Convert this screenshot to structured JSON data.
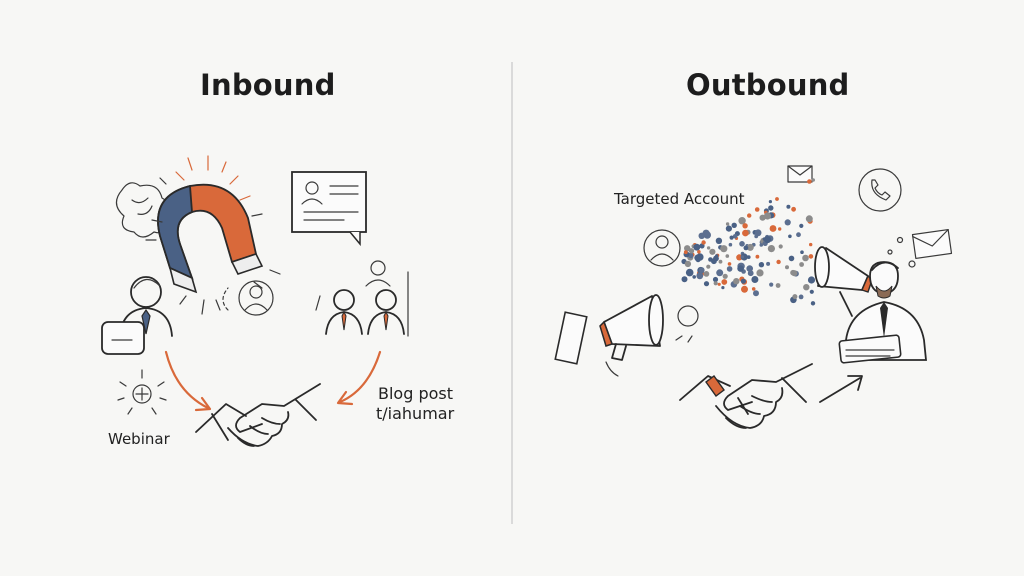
{
  "inbound": {
    "title": "Inbound",
    "labels": {
      "webinar": "Webinar",
      "blog_line1": "Blog post",
      "blog_line2": "t/iahumar"
    }
  },
  "outbound": {
    "title": "Outbound",
    "labels": {
      "targeted_account": "Targeted Account"
    }
  },
  "colors": {
    "orange": "#d9693a",
    "navy": "#4a6185",
    "ink": "#2a2a2a",
    "divider": "#c8c8c8"
  },
  "icons": [
    "magnet-icon",
    "handshake-icon",
    "person-icon",
    "profile-card-icon",
    "avatar-icon",
    "webinar-icon",
    "megaphone-icon",
    "envelope-icon",
    "phone-icon",
    "businessman-icon"
  ]
}
